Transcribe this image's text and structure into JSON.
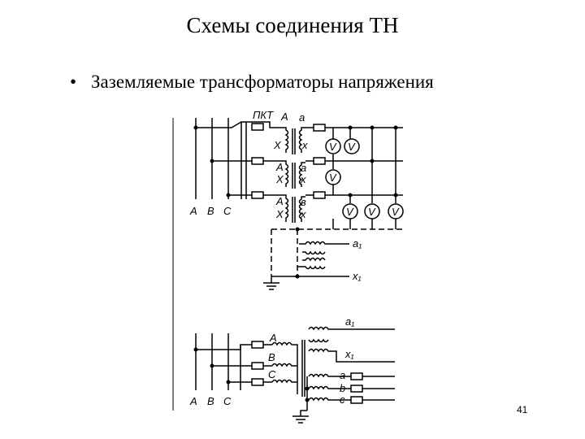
{
  "slide": {
    "title": "Схемы соединения ТН",
    "bullet_marker": "•",
    "bullet_text": "Заземляемые трансформаторы напряжения",
    "page_number": "41"
  },
  "diagram_top": {
    "fuse_label": "ПКТ",
    "phase_labels": [
      "A",
      "B",
      "C"
    ],
    "primary_terminals": [
      [
        "A",
        "X"
      ],
      [
        "A",
        "X"
      ],
      [
        "A",
        "X"
      ]
    ],
    "secondary_terminals": [
      [
        "a",
        "x"
      ],
      [
        "a",
        "x"
      ],
      [
        "в",
        "x"
      ]
    ],
    "meter_symbol": "V",
    "meter_count": 6,
    "aux_winding_terminals": [
      "a₁",
      "x₁"
    ]
  },
  "diagram_bottom": {
    "phase_labels": [
      "A",
      "B",
      "C"
    ],
    "primary_terminals": [
      "A",
      "B",
      "C"
    ],
    "aux_winding_terminals": [
      "a₁",
      "x₁"
    ],
    "secondary_terminals": [
      "a",
      "b",
      "c"
    ]
  }
}
